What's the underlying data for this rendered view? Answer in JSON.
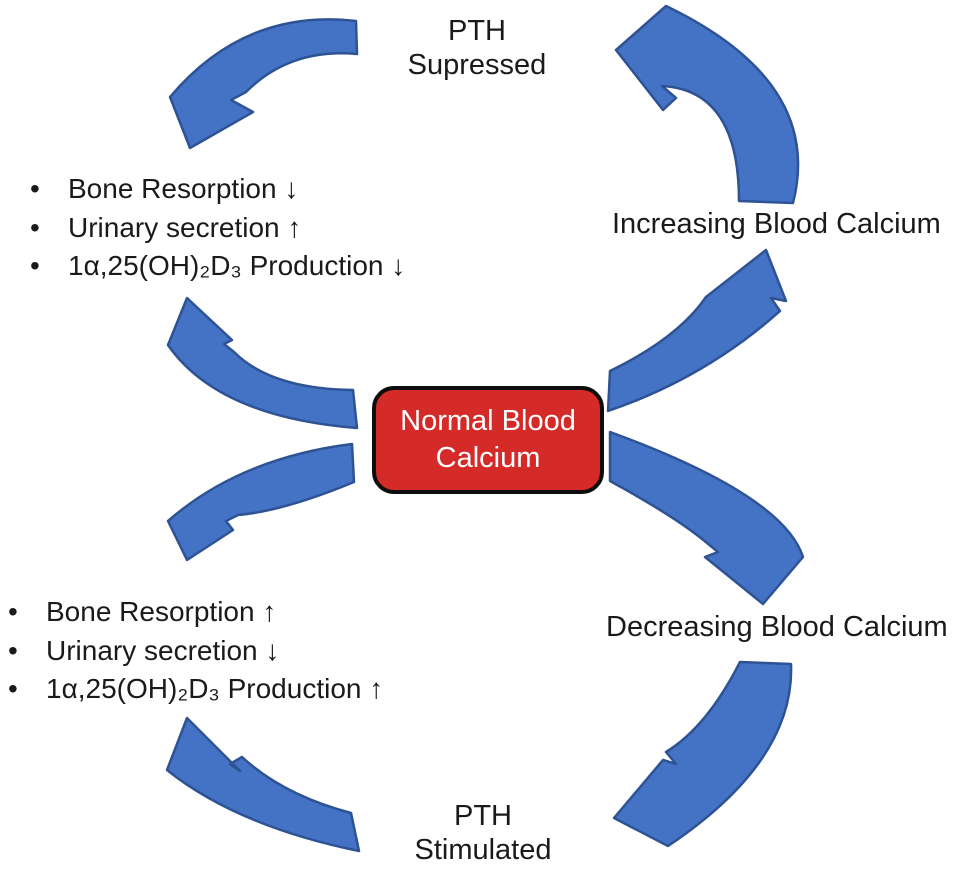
{
  "colors": {
    "background": "#FFFFFF",
    "arrow_fill": "#4472C4",
    "arrow_stroke": "#2E5395",
    "box_fill": "#D42A28",
    "box_stroke": "#0D0D0D",
    "box_text": "#FFFFFF",
    "text": "#1A1A1A"
  },
  "center_box": {
    "lines": [
      "Normal Blood",
      "Calcium"
    ]
  },
  "labels": {
    "pth_suppressed": {
      "lines": [
        "PTH",
        "Supressed"
      ]
    },
    "increasing": "Increasing Blood Calcium",
    "decreasing": "Decreasing Blood Calcium",
    "pth_stimulated": {
      "lines": [
        "PTH",
        "Stimulated"
      ]
    }
  },
  "high_calcium_effects": {
    "items": [
      "Bone Resorption ↓",
      "Urinary secretion ↑",
      "1α,25(OH)₂D₃ Production ↓"
    ]
  },
  "low_calcium_effects": {
    "items": [
      "Bone Resorption ↑",
      "Urinary secretion ↓",
      "1α,25(OH)₂D₃ Production ↑"
    ]
  }
}
